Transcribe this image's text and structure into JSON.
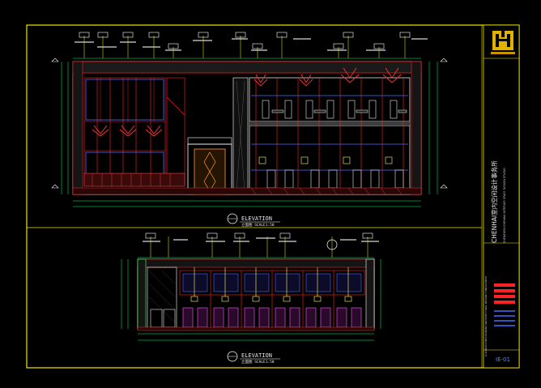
{
  "drawing": {
    "sheet_number": "IE-01",
    "colors": {
      "background": "#000000",
      "frame": "#f2e600",
      "wall": "#ff2222",
      "structure": "#ffffff",
      "accent_blue": "#4a6cff",
      "text": "#e8e8e8",
      "dim": "#00ff66",
      "leader": "#ffff00",
      "furniture": "#ff55ff",
      "chandelier": "#ff3333"
    },
    "elevations": [
      {
        "title": "ELEVATION",
        "subtitle": "立面图  SCALE1:50"
      },
      {
        "title": "ELEVATION",
        "subtitle": "立面图  SCALE1:50"
      }
    ]
  },
  "title_block": {
    "logo_icon": "hd-monogram-icon",
    "company_name": "CHENHAI室内空间设计事务所",
    "company_name_en": "SHENZHEN CHENHAI INTERIOR SPACE DESIGN STUDIO",
    "project_info": "LUXURIOUS RESTAURANT ARCHITECTURAL DESIGN CONSULTANTS",
    "legend_bars": 5
  }
}
